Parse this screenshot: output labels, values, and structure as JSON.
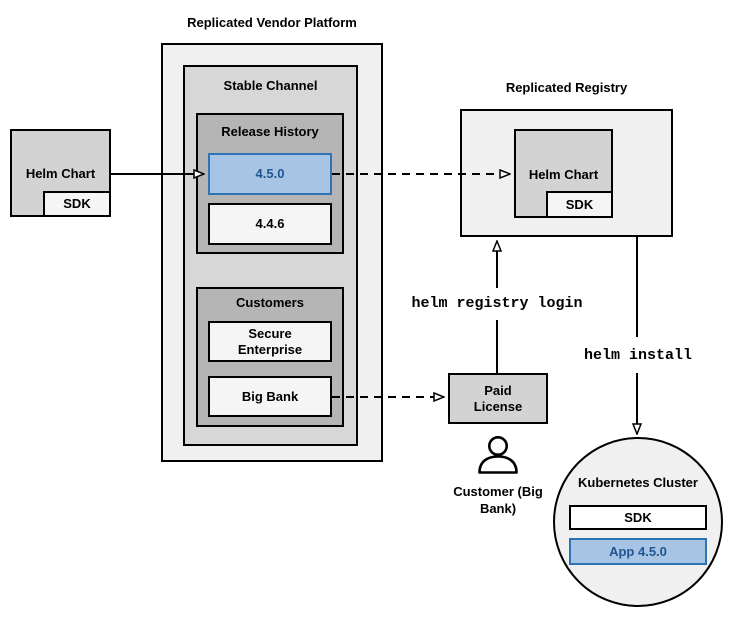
{
  "platform": {
    "title": "Replicated Vendor Platform",
    "stable_channel": {
      "label": "Stable Channel",
      "release_history": {
        "label": "Release History",
        "releases": [
          {
            "version": "4.5.0",
            "highlighted": true
          },
          {
            "version": "4.4.6",
            "highlighted": false
          }
        ]
      },
      "customers": {
        "label": "Customers",
        "items": [
          {
            "name": "Secure Enterprise"
          },
          {
            "name": "Big Bank"
          }
        ]
      }
    }
  },
  "source_helm_chart": {
    "label": "Helm Chart",
    "sdk_label": "SDK"
  },
  "registry": {
    "title": "Replicated Registry",
    "helm_chart": {
      "label": "Helm Chart",
      "sdk_label": "SDK"
    }
  },
  "paid_license": {
    "label": "Paid License"
  },
  "customer": {
    "caption": "Customer (Big Bank)"
  },
  "commands": {
    "registry_login": "helm registry login",
    "install": "helm install"
  },
  "cluster": {
    "label": "Kubernetes Cluster",
    "sdk_label": "SDK",
    "app_label": "App 4.5.0"
  },
  "colors": {
    "highlight_fill": "#a8c4e4",
    "highlight_border": "#2e74b5",
    "highlight_text": "#20568f",
    "panel_light": "#f0f0f0",
    "panel_mid": "#d7d7d7",
    "panel_dark": "#b5b5b5",
    "item_light": "#f5f5f5",
    "item_mid": "#d3d3d3",
    "line": "#000000"
  }
}
